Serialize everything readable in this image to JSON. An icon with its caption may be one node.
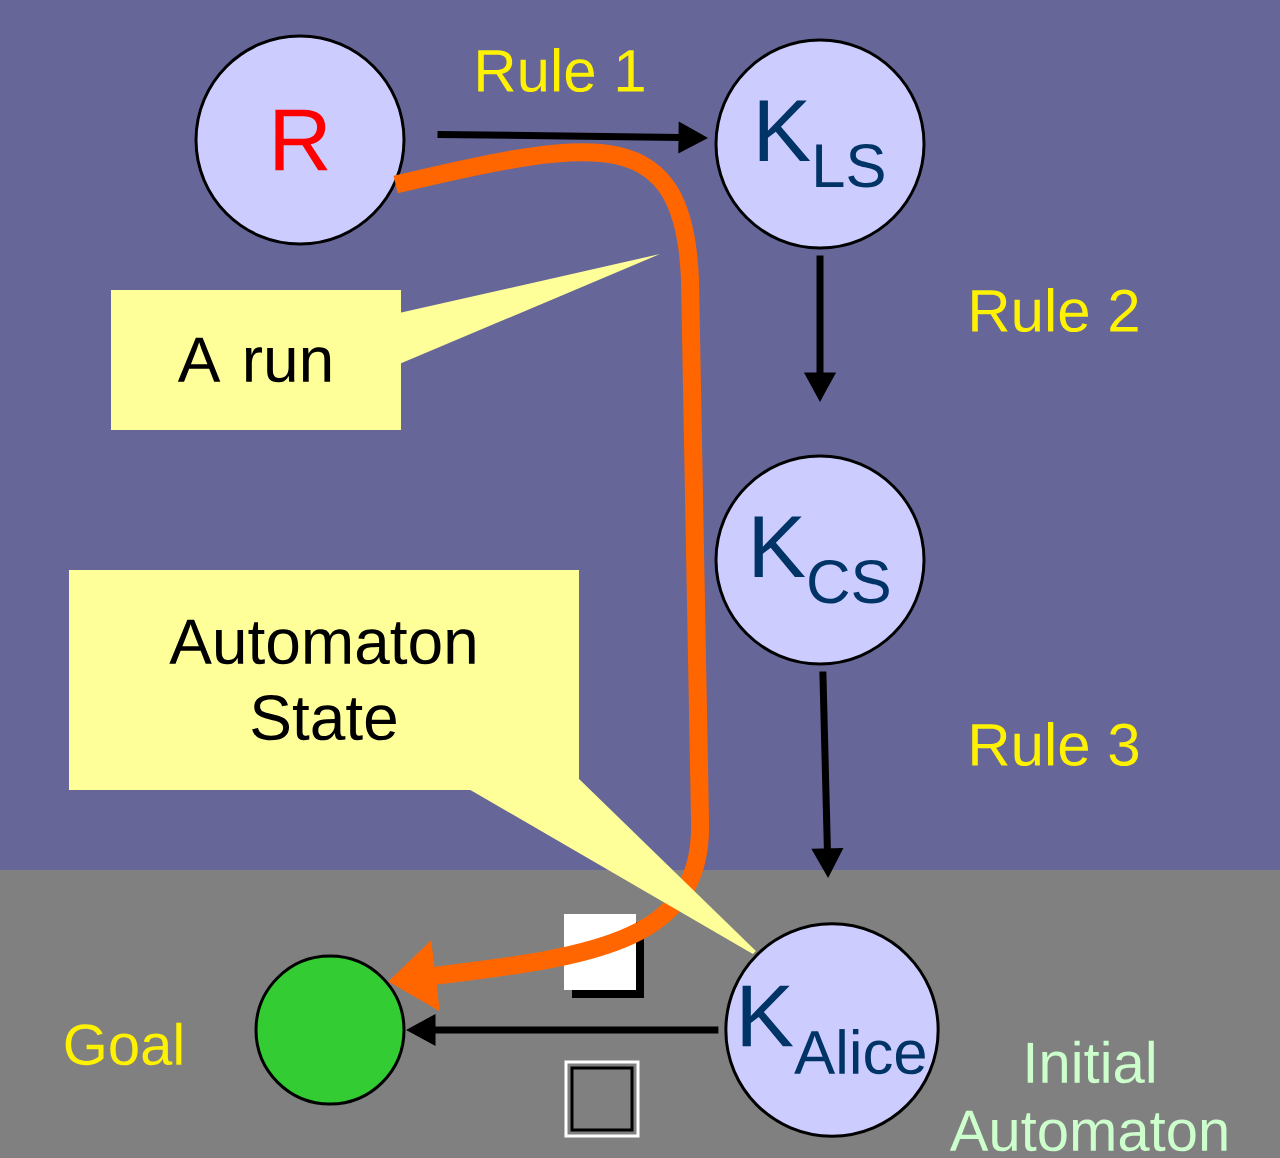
{
  "diagram": {
    "nodes": [
      {
        "text": [
          "R"
        ]
      },
      {
        "text": [
          "K$_{LS}$"
        ]
      },
      {
        "text": [
          "K$_{CS}$"
        ]
      },
      {
        "text": [
          "K$_{Alice}$"
        ],
        "beside": [
          "Initial Automaton"
        ]
      },
      {
        "text": [],
        "shape": "circle",
        "beside": [
          "Goal"
        ]
      },
      {
        "text": [
          "A run"
        ]
      },
      {
        "text": [
          "Automaton State"
        ]
      }
    ],
    "edges": [
      {
        "from": 0,
        "to": 1,
        "arrow": "to",
        "label": "Rule 1"
      },
      {
        "from": 1,
        "to": 2,
        "arrow": "to",
        "label": "Rule 2"
      },
      {
        "from": 2,
        "to": 3,
        "arrow": "to",
        "label": "Rule 3"
      },
      {
        "from": 3,
        "to": 4,
        "arrow": "to"
      },
      {
        "from": 0,
        "to": 4,
        "arrow": "to",
        "style": "thick",
        "color": "#ff6600"
      },
      {
        "from": 5,
        "to": null,
        "arrow": "to"
      },
      {
        "from": 6,
        "to": 3,
        "arrow": "none"
      }
    ]
  }
}
